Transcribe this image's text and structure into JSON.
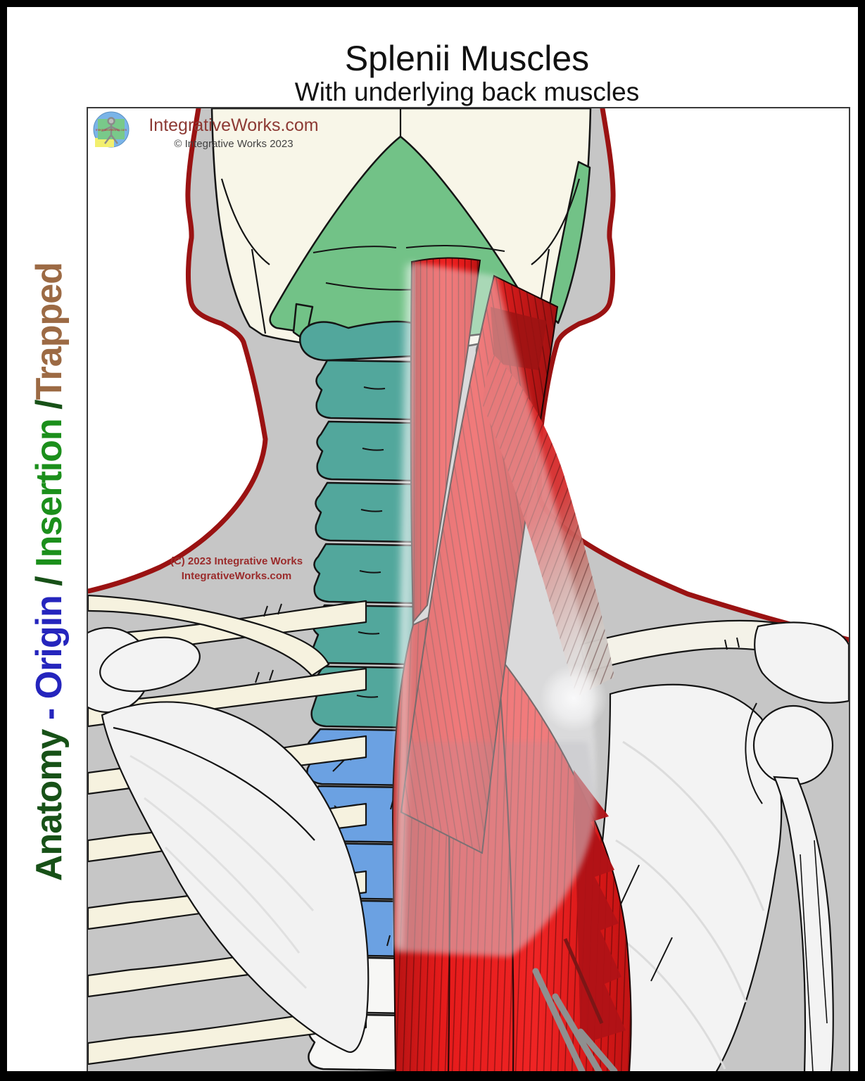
{
  "page": {
    "title": "Splenii Muscles",
    "subtitle": "With underlying back muscles"
  },
  "side_label": {
    "full_text": "Anatomy - Origin / Insertion /Trapped",
    "segments": [
      {
        "text": "Anatomy ",
        "color": "#175117"
      },
      {
        "text": "- Origin ",
        "color": "#2525bd"
      },
      {
        "text": "/ ",
        "color": "#175117"
      },
      {
        "text": "Insertion ",
        "color": "#1b8f1b"
      },
      {
        "text": "/",
        "color": "#175117"
      },
      {
        "text": "Trapped",
        "color": "#9c6a44"
      }
    ]
  },
  "branding": {
    "logo_icon": "vitruvian-man-logo",
    "logo_text": "IntegrativeWorks.com",
    "site": "IntegrativeWorks.com",
    "copyright": "© Integrative Works 2023"
  },
  "watermark": {
    "line1": "(C) 2023 Integrative Works",
    "line2": "IntegrativeWorks.com"
  },
  "figure": {
    "description": "Posterior view of head, neck and shoulder skeleton with splenii and underlying back muscles",
    "legend_colors": {
      "muscle_red": "#e81c1c",
      "occipital_attachment_green": "#72c287",
      "cervical_vertebrae_teal": "#52a79c",
      "thoracic_vertebrae_blue": "#6ba1e2",
      "bone_cream": "#f6f2df",
      "bone_white": "#f3f3f3",
      "body_silhouette_gray": "#c6c6c6",
      "body_outline_dark_red": "#9a1212",
      "fascia_sheet": "rgba(245,245,248,0.45)"
    }
  }
}
